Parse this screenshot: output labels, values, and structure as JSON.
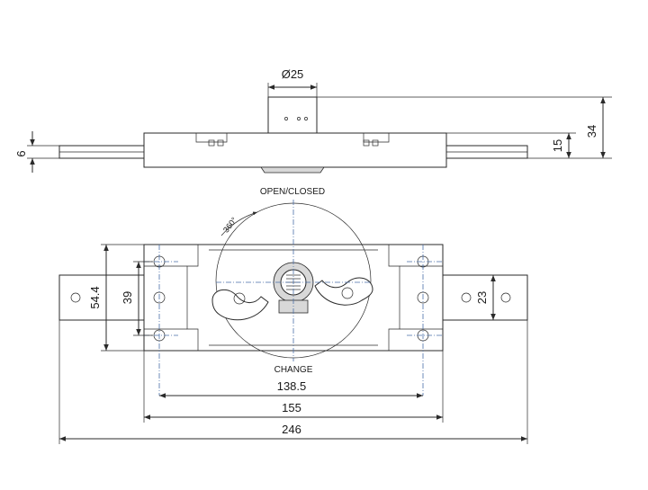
{
  "dimensions": {
    "diameter_top": "Ø25",
    "height_total": "34",
    "height_bar": "15",
    "bar_thickness": "6",
    "height_outer": "54.4",
    "height_inner": "39",
    "height_right": "23",
    "width_holes": "138.5",
    "width_body": "155",
    "width_total": "246"
  },
  "labels": {
    "open_closed": "OPEN/CLOSED",
    "change": "CHANGE",
    "rotation": "360°"
  },
  "colors": {
    "line": "#2a2a2a",
    "centerline": "#4a6fa8"
  }
}
